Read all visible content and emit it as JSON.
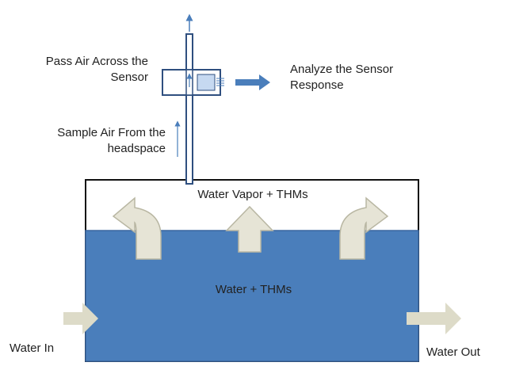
{
  "labels": {
    "pass_air_line1": "Pass Air Across the",
    "pass_air_line2": "Sensor",
    "analyze_line1": "Analyze the Sensor",
    "analyze_line2": "Response",
    "sample_line1": "Sample Air From the",
    "sample_line2": "headspace",
    "headspace": "Water Vapor + THMs",
    "water": "Water + THMs",
    "water_in": "Water In",
    "water_out": "Water Out"
  },
  "colors": {
    "water": "#4a7ebb",
    "water_border": "#3a67a0",
    "vapor_arrow": "#e6e4d6",
    "vapor_arrow_stroke": "#b9b7a3",
    "flow_arrow": "#dddbc8",
    "outline": "#2f4f7f",
    "sensor_element": "#c6d9f1",
    "text": "#222222"
  }
}
